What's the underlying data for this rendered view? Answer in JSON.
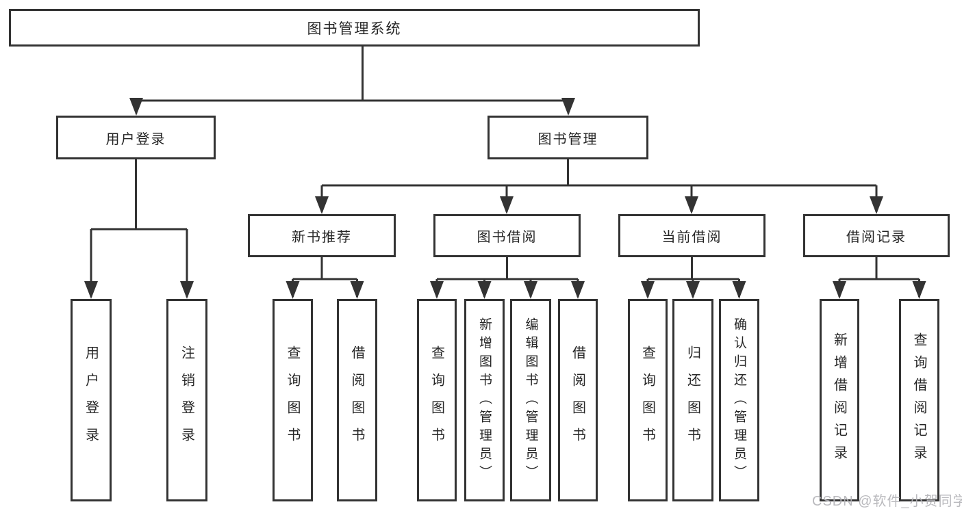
{
  "colors": {
    "line": "#333333",
    "text": "#262626",
    "box_background": "#ffffff",
    "watermark_text_color": "#b3b3b7"
  },
  "watermark": {
    "text": "CSDN @软件_小贺同学"
  },
  "tree": {
    "root": {
      "label": "图书管理系统"
    },
    "user_login": {
      "label": "用户登录",
      "children": [
        {
          "label": "用户登录"
        },
        {
          "label": "注销登录"
        }
      ]
    },
    "book_mgmt": {
      "label": "图书管理"
    },
    "new_book_rec": {
      "label": "新书推荐",
      "children": [
        {
          "label": "查询图书"
        },
        {
          "label": "借阅图书"
        }
      ]
    },
    "book_borrow": {
      "label": "图书借阅",
      "children": [
        {
          "label": "查询图书"
        },
        {
          "label": "新增图书（管理员）"
        },
        {
          "label": "编辑图书（管理员）"
        },
        {
          "label": "借阅图书"
        }
      ]
    },
    "current_borrow": {
      "label": "当前借阅",
      "children": [
        {
          "label": "查询图书"
        },
        {
          "label": "归还图书"
        },
        {
          "label": "确认归还（管理员）"
        }
      ]
    },
    "borrow_records": {
      "label": "借阅记录",
      "children": [
        {
          "label": "新增借阅记录"
        },
        {
          "label": "查询借阅记录"
        }
      ]
    }
  }
}
